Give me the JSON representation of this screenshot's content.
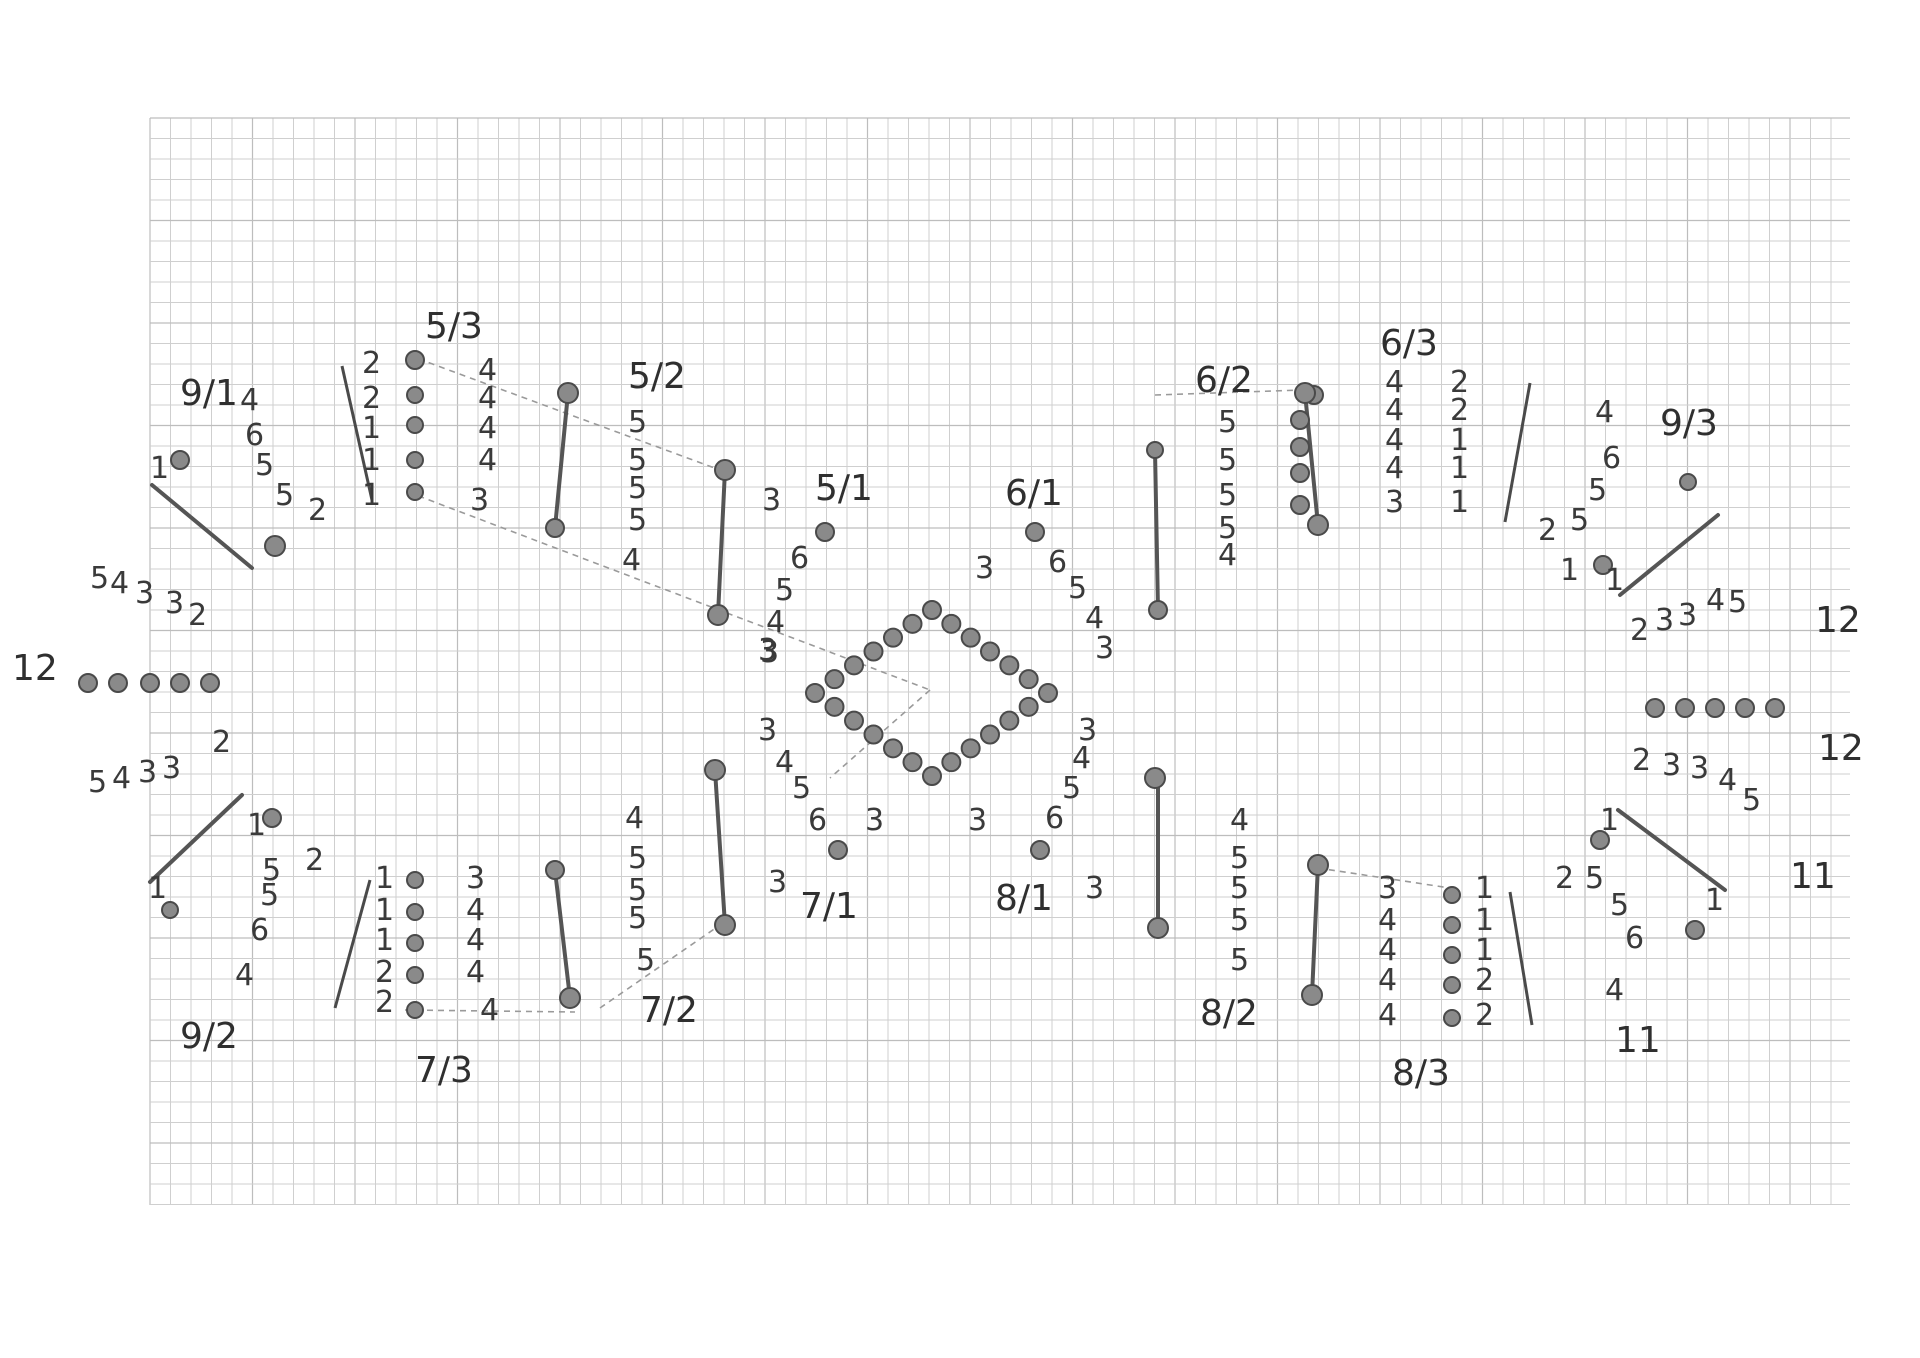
{
  "diagram": {
    "colors": {
      "paper": "#ffffff",
      "grid": "#cfcfcf",
      "pencil": "#3a3a3a",
      "pin": "#8a8a8a"
    },
    "labels": [
      {
        "id": "5-3",
        "text": "5/3"
      },
      {
        "id": "5-2",
        "text": "5/2"
      },
      {
        "id": "5-1",
        "text": "5/1"
      },
      {
        "id": "6-1",
        "text": "6/1"
      },
      {
        "id": "6-2",
        "text": "6/2"
      },
      {
        "id": "6-3",
        "text": "6/3"
      },
      {
        "id": "9-1",
        "text": "9/1"
      },
      {
        "id": "9-3",
        "text": "9/3"
      },
      {
        "id": "9-2",
        "text": "9/2"
      },
      {
        "id": "7-3",
        "text": "7/3"
      },
      {
        "id": "7-2",
        "text": "7/2"
      },
      {
        "id": "7-1",
        "text": "7/1"
      },
      {
        "id": "8-1",
        "text": "8/1"
      },
      {
        "id": "8-2",
        "text": "8/2"
      },
      {
        "id": "8-3",
        "text": "8/3"
      },
      {
        "id": "12-left",
        "text": "12"
      },
      {
        "id": "12-right-top",
        "text": "12"
      },
      {
        "id": "12-right-bottom",
        "text": "12"
      },
      {
        "id": "11-right-a",
        "text": "11"
      },
      {
        "id": "11-right-b",
        "text": "11"
      }
    ],
    "numbers": [
      "2",
      "4",
      "2",
      "4",
      "1",
      "4",
      "1",
      "4",
      "1",
      "3",
      "5",
      "5",
      "5",
      "5",
      "4",
      "3",
      "6",
      "5",
      "4",
      "3",
      "3",
      "3",
      "6",
      "5",
      "4",
      "3",
      "5",
      "5",
      "5",
      "5",
      "4",
      "4",
      "2",
      "4",
      "2",
      "4",
      "1",
      "4",
      "1",
      "3",
      "1",
      "4",
      "6",
      "5",
      "5",
      "2",
      "1",
      "5",
      "4",
      "3",
      "3",
      "2",
      "5",
      "4",
      "3",
      "3",
      "2",
      "1",
      "1",
      "2",
      "5",
      "5",
      "6",
      "4",
      "1",
      "3",
      "1",
      "4",
      "1",
      "4",
      "2",
      "4",
      "2",
      "4",
      "4",
      "5",
      "5",
      "5",
      "5",
      "3",
      "4",
      "5",
      "6",
      "3",
      "3",
      "3",
      "4",
      "5",
      "6",
      "3",
      "3",
      "4",
      "5",
      "5",
      "5",
      "5",
      "3",
      "1",
      "4",
      "1",
      "4",
      "1",
      "4",
      "2",
      "4",
      "2",
      "4",
      "6",
      "5",
      "2",
      "5",
      "1",
      "1",
      "2",
      "3",
      "3",
      "4",
      "5",
      "2",
      "3",
      "3",
      "4",
      "5",
      "1",
      "2",
      "5",
      "5",
      "6",
      "4",
      "1"
    ]
  }
}
